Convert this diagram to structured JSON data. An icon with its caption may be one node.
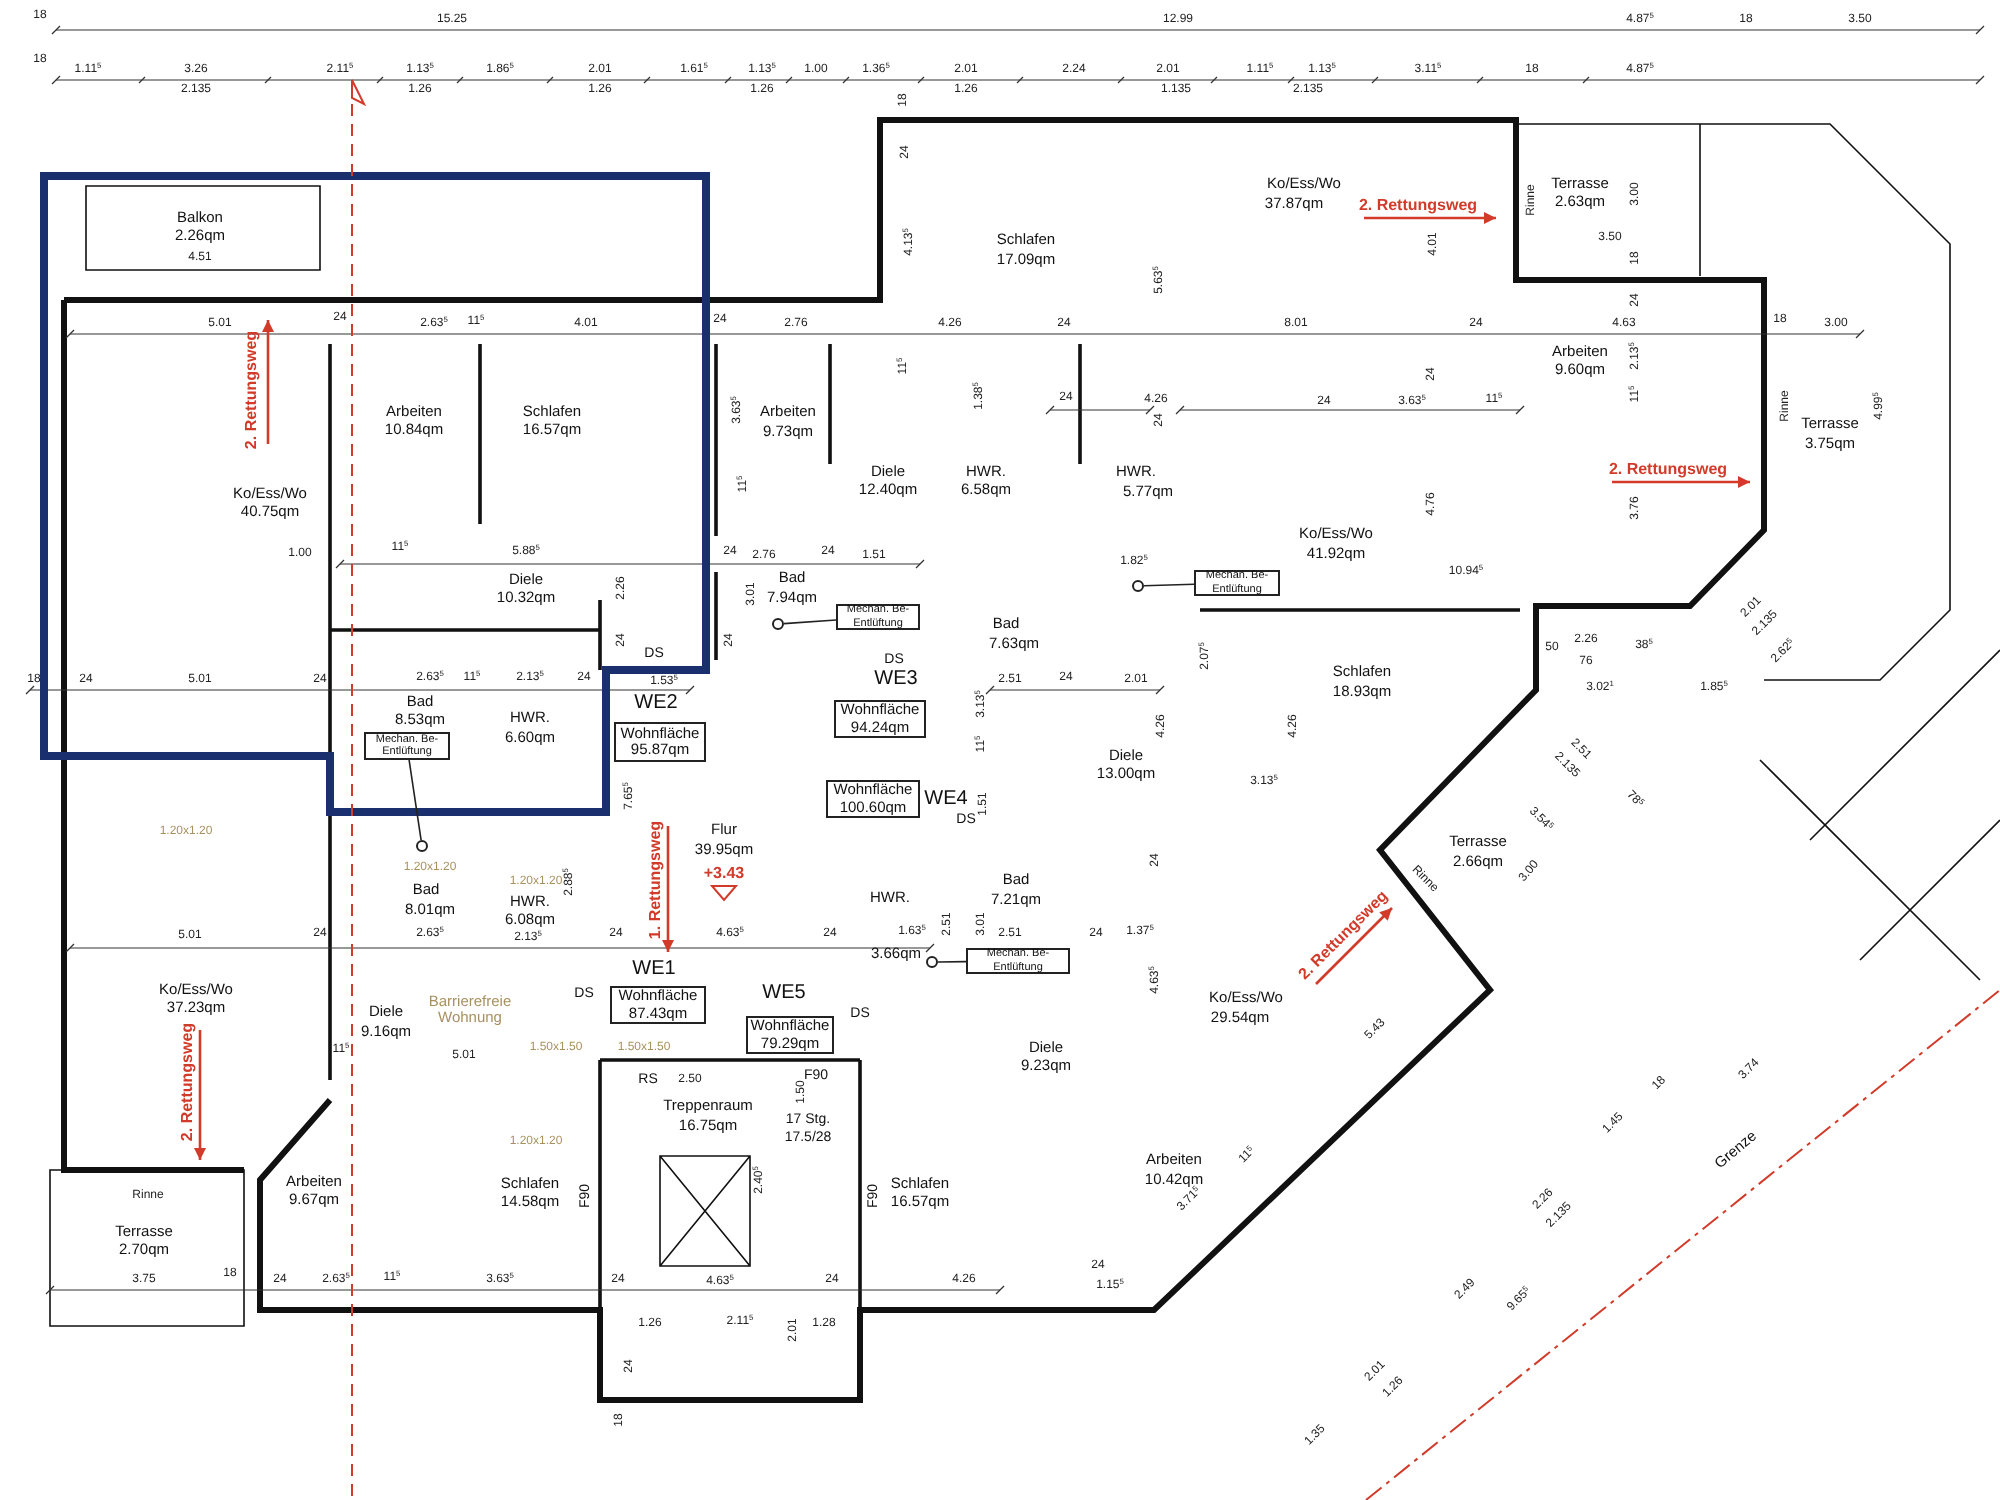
{
  "diagram": {
    "nodes": [
      {
        "text": [
          "Wohnfläche 95.87qm"
        ],
        "beside": [
          "WE2"
        ]
      },
      {
        "text": [
          "Wohnfläche 94.24qm"
        ],
        "beside": [
          "WE3"
        ]
      },
      {
        "text": [
          "Wohnfläche 100.60qm"
        ],
        "beside": [
          "WE4"
        ]
      },
      {
        "text": [
          "Wohnfläche 87.43qm"
        ],
        "beside": [
          "WE1"
        ]
      },
      {
        "text": [
          "Wohnfläche 79.29qm"
        ],
        "beside": [
          "WE5"
        ]
      },
      {
        "text": [
          "Mechan. Be- Entlüftung"
        ]
      },
      {
        "text": [],
        "shape": "circle"
      },
      {
        "text": [
          "Mechan. Be- Entlüftung"
        ]
      },
      {
        "text": [],
        "shape": "circle"
      },
      {
        "text": [
          "Mechan. Be- Entlüftung"
        ]
      },
      {
        "text": [],
        "shape": "circle"
      },
      {
        "text": [
          "Mechan. Be- Entlüftung"
        ]
      },
      {
        "text": [],
        "shape": "circle"
      }
    ],
    "edges": [
      {
        "from": 5,
        "to": 6,
        "arrow": "none"
      },
      {
        "from": 7,
        "to": 8,
        "arrow": "none"
      },
      {
        "from": 9,
        "to": 10,
        "arrow": "none"
      },
      {
        "from": 11,
        "to": 12,
        "arrow": "none"
      }
    ],
    "labels": [
      "18",
      "15.25",
      "12.99",
      "4.87$^{5}$",
      "18",
      "3.50",
      "18",
      "1.11$^{5}$",
      "3.26",
      "2.11$^{5}$",
      "1.13$^{5}$",
      "1.86$^{5}$",
      "2.01",
      "1.61$^{5}$",
      "1.13$^{5}$",
      "1.00",
      "1.36$^{5}$",
      "2.01",
      "2.24",
      "2.01",
      "1.11$^{5}$",
      "1.13$^{5}$",
      "3.11$^{5}$",
      "18",
      "4.87$^{5}$",
      "2.135",
      "1.26",
      "1.26",
      "1.26",
      "1.26",
      "1.135",
      "2.135",
      "Balkon",
      "2.26qm",
      "4.51",
      "Ko/Ess/Wo",
      "40.75qm",
      "Arbeiten",
      "10.84qm",
      "Schlafen",
      "16.57qm",
      "Arbeiten",
      "9.73qm",
      "Schlafen",
      "17.09qm",
      "Ko/Ess/Wo",
      "37.87qm",
      "Terrasse",
      "2.63qm",
      "Arbeiten",
      "9.60qm",
      "Terrasse",
      "3.75qm",
      "Diele",
      "12.40qm",
      "HWR.",
      "6.58qm",
      "HWR.",
      "5.77qm",
      "Ko/Ess/Wo",
      "41.92qm",
      "Diele",
      "10.32qm",
      "Bad",
      "7.94qm",
      "Bad",
      "7.63qm",
      "Schlafen",
      "18.93qm",
      "Bad",
      "8.53qm",
      "HWR.",
      "6.60qm",
      "Diele",
      "13.00qm",
      "Bad",
      "8.01qm",
      "HWR.",
      "6.08qm",
      "HWR.",
      "3.66qm",
      "Bad",
      "7.21qm",
      "Flur",
      "39.95qm",
      "+3.43",
      "Terrasse",
      "2.66qm",
      "Ko/Ess/Wo",
      "37.23qm",
      "Diele",
      "9.16qm",
      "Barrierefreie Wohnung",
      "Ko/Ess/Wo",
      "29.54qm",
      "Diele",
      "9.23qm",
      "Arbeiten",
      "9.67qm",
      "Schlafen",
      "14.58qm",
      "Treppenraum",
      "16.75qm",
      "Schlafen",
      "16.57qm",
      "Arbeiten",
      "10.42qm",
      "Terrasse",
      "2.70qm",
      "2. Rettungsweg",
      "2. Rettungsweg",
      "2. Rettungsweg",
      "2. Rettungsweg",
      "2. Rettungsweg",
      "1. Rettungsweg",
      "DS",
      "DS",
      "DS",
      "DS",
      "DS",
      "RS",
      "F90",
      "F90",
      "F90",
      "17 Stg.",
      "17.5/28",
      "Rinne",
      "Rinne",
      "Rinne",
      "Rinne",
      "Grenze",
      "1.20x1.20",
      "1.20x1.20",
      "1.20x1.20",
      "1.20x1.20",
      "1.50x1.50",
      "1.50x1.50",
      "5.01",
      "24",
      "2.63$^{5}$",
      "11$^{5}$",
      "4.01",
      "24",
      "2.76",
      "4.26",
      "18",
      "24",
      "4.13$^{5}$",
      "11$^{5}$",
      "3.63$^{5}$",
      "11$^{5}$",
      "1.38$^{5}$",
      "24",
      "8.01",
      "24",
      "4.63",
      "18",
      "3.00",
      "3.50",
      "3.00",
      "18",
      "4.01",
      "5.63$^{5}$",
      "24",
      "4.26",
      "24",
      "24",
      "3.63$^{5}$",
      "11$^{5}$",
      "24",
      "24",
      "2.13$^{5}$",
      "11$^{5}$",
      "4.99$^{5}$",
      "4.76",
      "3.76",
      "1.00",
      "11$^{5}$",
      "5.88$^{5}$",
      "24",
      "2.76",
      "24",
      "1.51",
      "2.26",
      "3.01",
      "24",
      "24",
      "18",
      "24",
      "5.01",
      "24",
      "2.63$^{5}$",
      "11$^{5}$",
      "2.13$^{5}$",
      "24",
      "1.53$^{5}$",
      "3.13$^{5}$",
      "11$^{5}$",
      "7.65$^{5}$",
      "1.51",
      "2.88$^{5}$",
      "5.01",
      "24",
      "2.63$^{5}$",
      "2.13$^{5}$",
      "24",
      "4.63$^{5}$",
      "24",
      "1.63$^{5}$",
      "2.51",
      "3.01",
      "1.82$^{5}$",
      "10.94$^{5}$",
      "2.51",
      "24",
      "2.01",
      "2.07$^{5}$",
      "4.26",
      "4.26",
      "3.13$^{5}$",
      "50",
      "2.26",
      "76",
      "38$^{5}$",
      "3.02$^{1}$",
      "1.85$^{5}$",
      "2.01",
      "2.135",
      "2.62$^{5}$",
      "2.51",
      "2.135",
      "3.54$^{5}$",
      "78$^{5}$",
      "3.00",
      "2.51",
      "24",
      "1.37$^{5}$",
      "24",
      "4.63$^{5}$",
      "11$^{5}$",
      "5.01",
      "2.50",
      "1.50",
      "2.40$^{5}$",
      "3.75",
      "18",
      "24",
      "2.63$^{5}$",
      "11$^{5}$",
      "3.63$^{5}$",
      "24",
      "4.63$^{5}$",
      "24",
      "4.26",
      "1.26",
      "2.11$^{5}$",
      "2.01",
      "1.28",
      "24",
      "18",
      "5.43",
      "3.71$^{5}$",
      "11$^{5}$",
      "24",
      "1.15$^{5}$",
      "2.01",
      "1.26",
      "1.35",
      "2.49",
      "9.65$^{5}$",
      "2.26",
      "2.135",
      "1.45",
      "18",
      "3.74"
    ]
  }
}
